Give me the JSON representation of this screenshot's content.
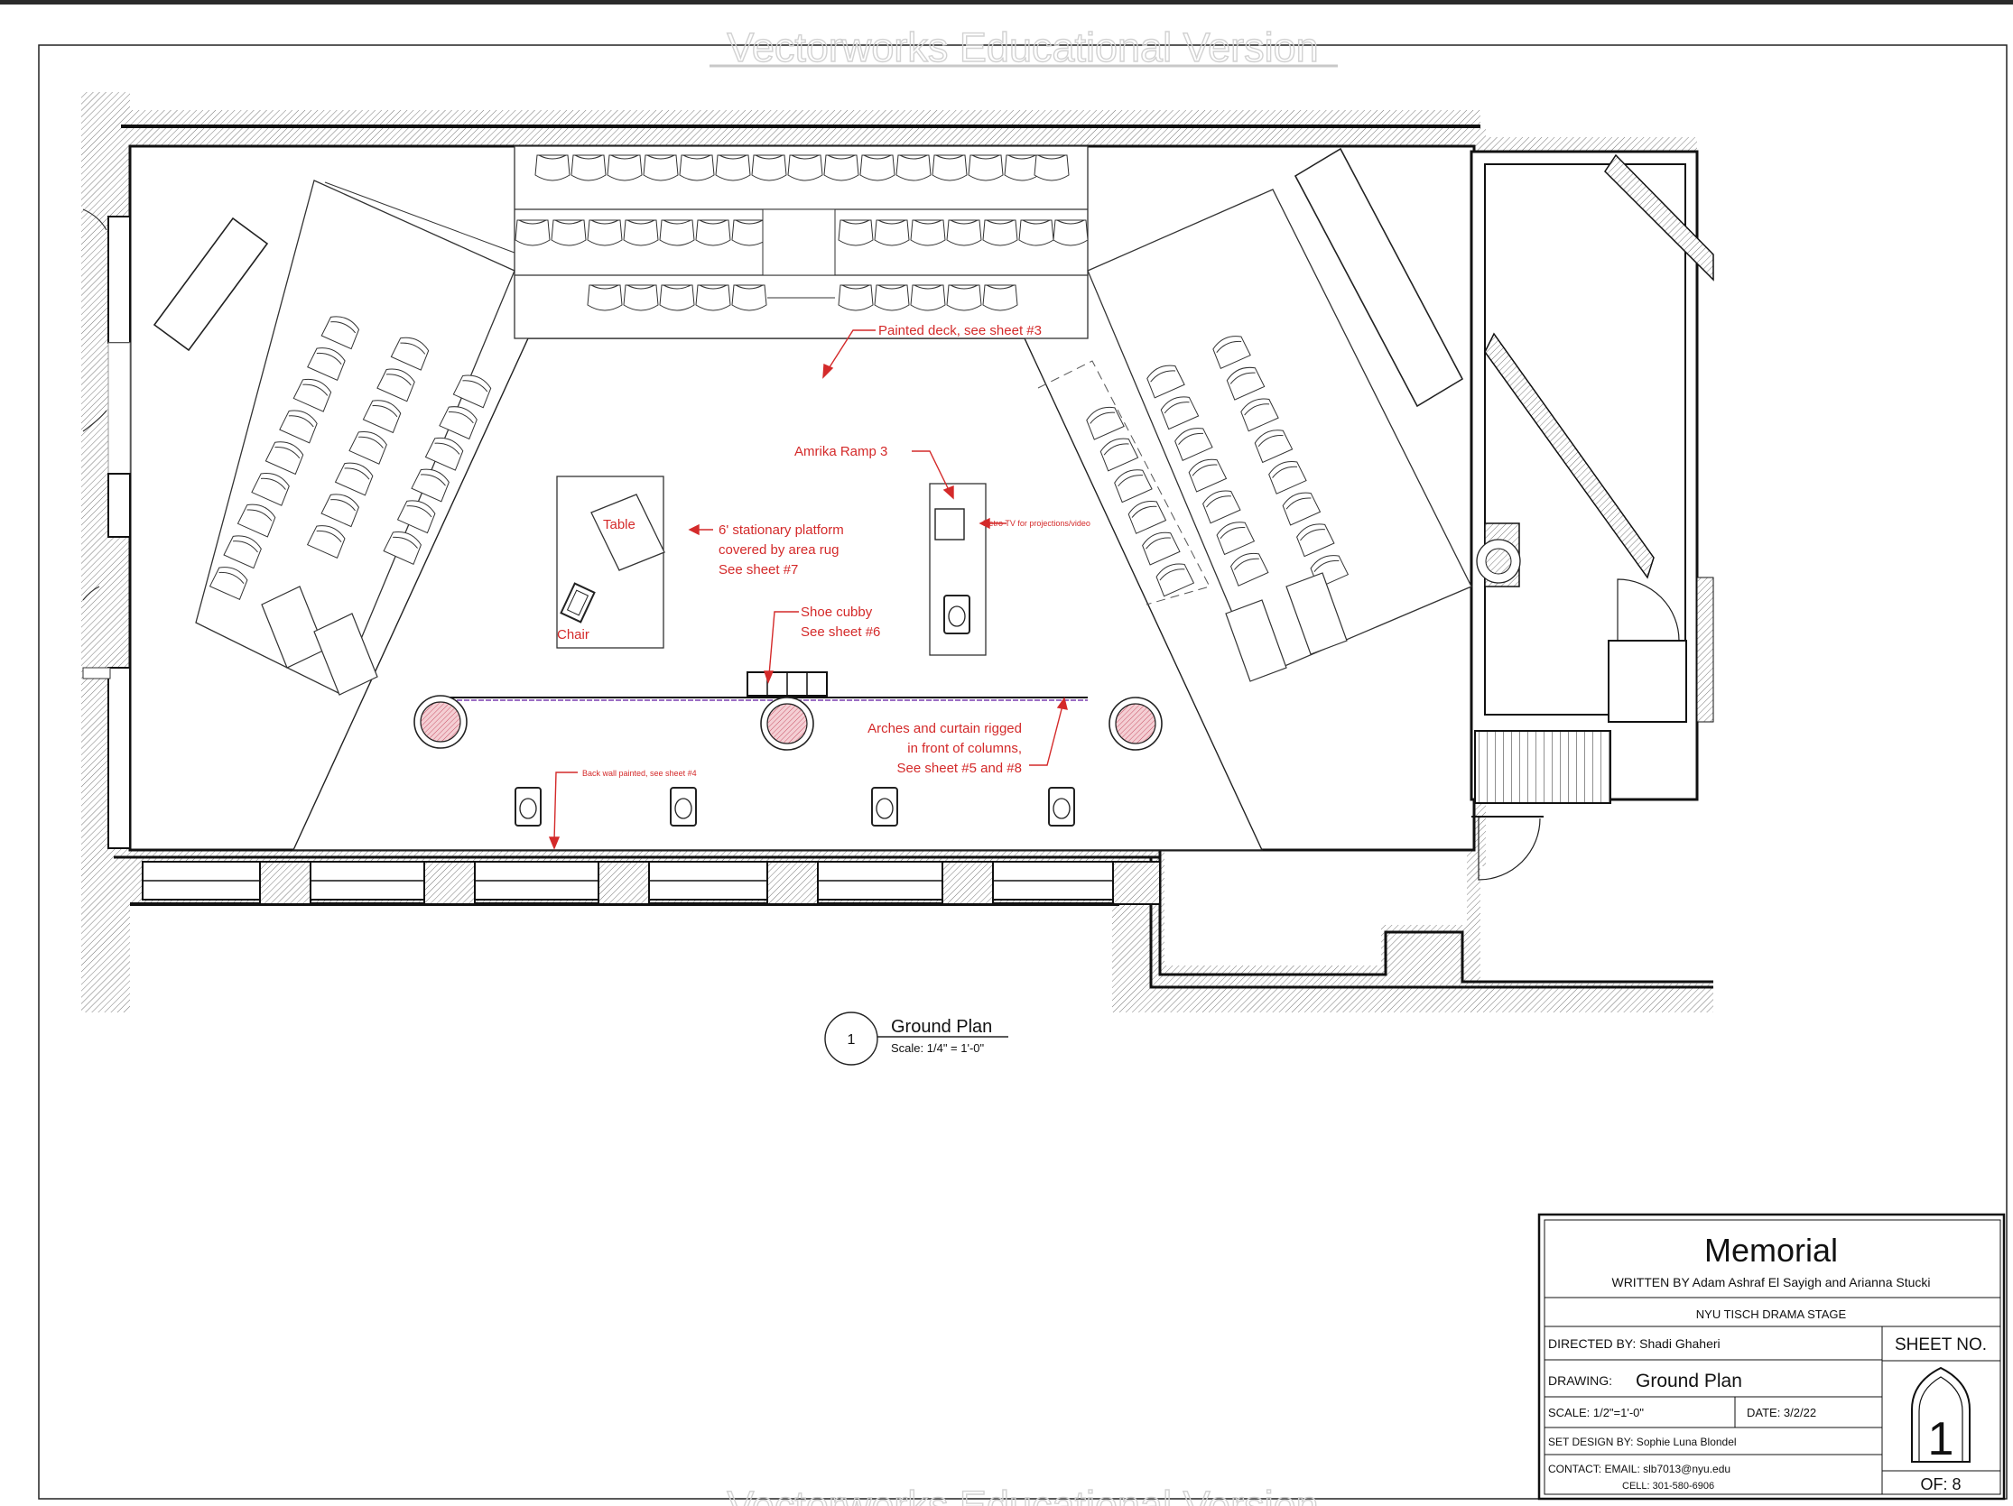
{
  "watermark": "Vectorworks Educational Version",
  "annotations": {
    "painted_deck": "Painted deck, see sheet #3",
    "amrika_ramp": "Amrika Ramp 3",
    "retro_tv": "Retro TV for projections/video",
    "platform_line1": "6' stationary platform",
    "platform_line2": "covered by area rug",
    "platform_line3": "See sheet #7",
    "table": "Table",
    "chair": "Chair",
    "shoe_line1": "Shoe cubby",
    "shoe_line2": "See sheet #6",
    "arches_line1": "Arches and curtain rigged",
    "arches_line2": "in front of columns,",
    "arches_line3": "See sheet #5 and #8",
    "back_wall": "Back wall painted, see sheet #4"
  },
  "plan_label": {
    "number": "1",
    "title": "Ground Plan",
    "scale": "Scale: 1/4\" = 1'-0\""
  },
  "title_block": {
    "show_title": "Memorial",
    "written_by": "WRITTEN BY Adam Ashraf El Sayigh and Arianna Stucki",
    "venue": "NYU TISCH DRAMA STAGE",
    "directed_by": "DIRECTED BY: Shadi Ghaheri",
    "sheet_no_label": "SHEET NO.",
    "drawing_label": "DRAWING:",
    "drawing_value": "Ground Plan",
    "scale": "SCALE: 1/2\"=1'-0\"",
    "date": "DATE: 3/2/22",
    "set_design": "SET DESIGN BY: Sophie Luna Blondel",
    "contact": "CONTACT: EMAIL: slb7013@nyu.edu",
    "cell": "CELL: 301-580-6906",
    "sheet_number": "1",
    "of_total": "OF: 8"
  },
  "colors": {
    "annotation": "#d42a2a",
    "column_fill": "#f3c9cf",
    "curtain": "#7a3fb0",
    "line": "#111111"
  }
}
